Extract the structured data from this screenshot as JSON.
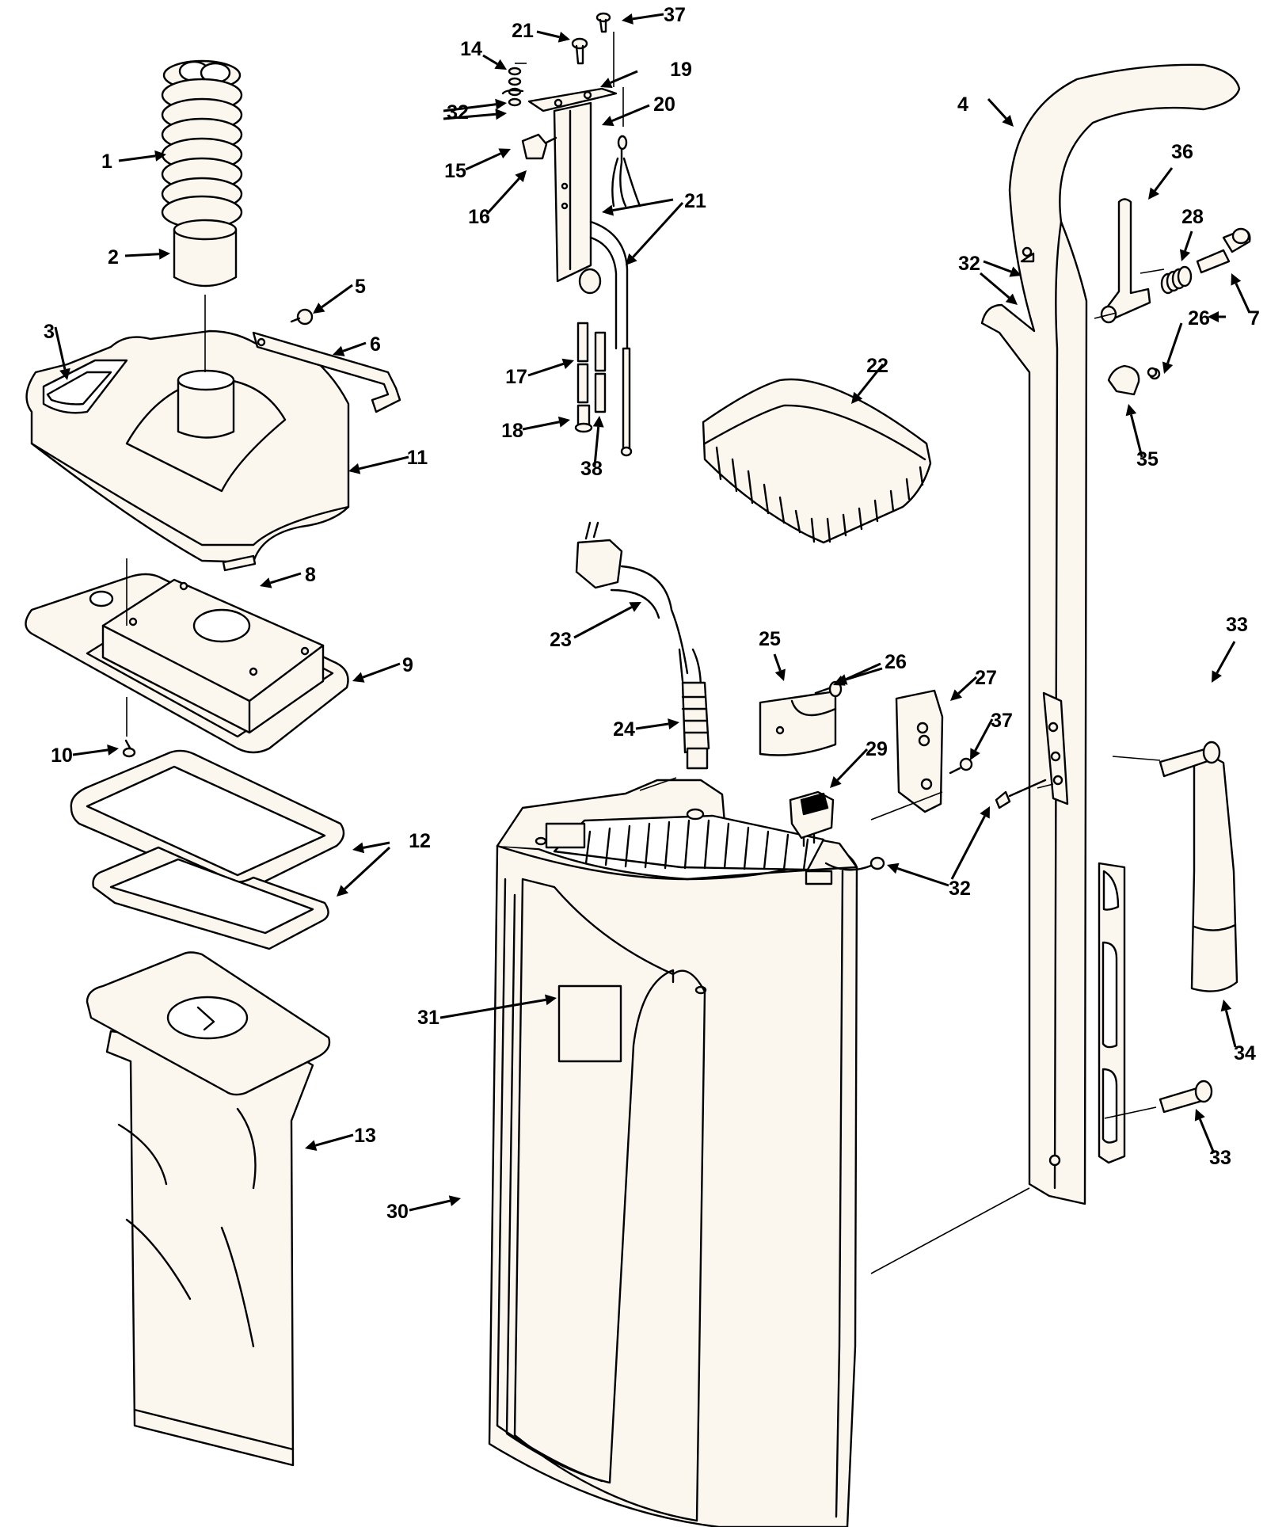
{
  "callouts": [
    {
      "id": "c1",
      "label": "1"
    },
    {
      "id": "c2",
      "label": "2"
    },
    {
      "id": "c3",
      "label": "3"
    },
    {
      "id": "c4",
      "label": "4"
    },
    {
      "id": "c5",
      "label": "5"
    },
    {
      "id": "c6",
      "label": "6"
    },
    {
      "id": "c7",
      "label": "7"
    },
    {
      "id": "c8",
      "label": "8"
    },
    {
      "id": "c9",
      "label": "9"
    },
    {
      "id": "c10",
      "label": "10"
    },
    {
      "id": "c11",
      "label": "11"
    },
    {
      "id": "c12",
      "label": "12"
    },
    {
      "id": "c13",
      "label": "13"
    },
    {
      "id": "c14",
      "label": "14"
    },
    {
      "id": "c15",
      "label": "15"
    },
    {
      "id": "c16",
      "label": "16"
    },
    {
      "id": "c17",
      "label": "17"
    },
    {
      "id": "c18",
      "label": "18"
    },
    {
      "id": "c19",
      "label": "19"
    },
    {
      "id": "c20",
      "label": "20"
    },
    {
      "id": "c21a",
      "label": "21"
    },
    {
      "id": "c21b",
      "label": "21"
    },
    {
      "id": "c22",
      "label": "22"
    },
    {
      "id": "c23",
      "label": "23"
    },
    {
      "id": "c24",
      "label": "24"
    },
    {
      "id": "c25",
      "label": "25"
    },
    {
      "id": "c26a",
      "label": "26"
    },
    {
      "id": "c26b",
      "label": "26"
    },
    {
      "id": "c27",
      "label": "27"
    },
    {
      "id": "c28",
      "label": "28"
    },
    {
      "id": "c29",
      "label": "29"
    },
    {
      "id": "c30",
      "label": "30"
    },
    {
      "id": "c31",
      "label": "31"
    },
    {
      "id": "c32a",
      "label": "32"
    },
    {
      "id": "c32b",
      "label": "32"
    },
    {
      "id": "c32c",
      "label": "32"
    },
    {
      "id": "c33a",
      "label": "33"
    },
    {
      "id": "c33b",
      "label": "33"
    },
    {
      "id": "c34",
      "label": "34"
    },
    {
      "id": "c35",
      "label": "35"
    },
    {
      "id": "c36",
      "label": "36"
    },
    {
      "id": "c37a",
      "label": "37"
    },
    {
      "id": "c37b",
      "label": "37"
    },
    {
      "id": "c38",
      "label": "38"
    }
  ]
}
